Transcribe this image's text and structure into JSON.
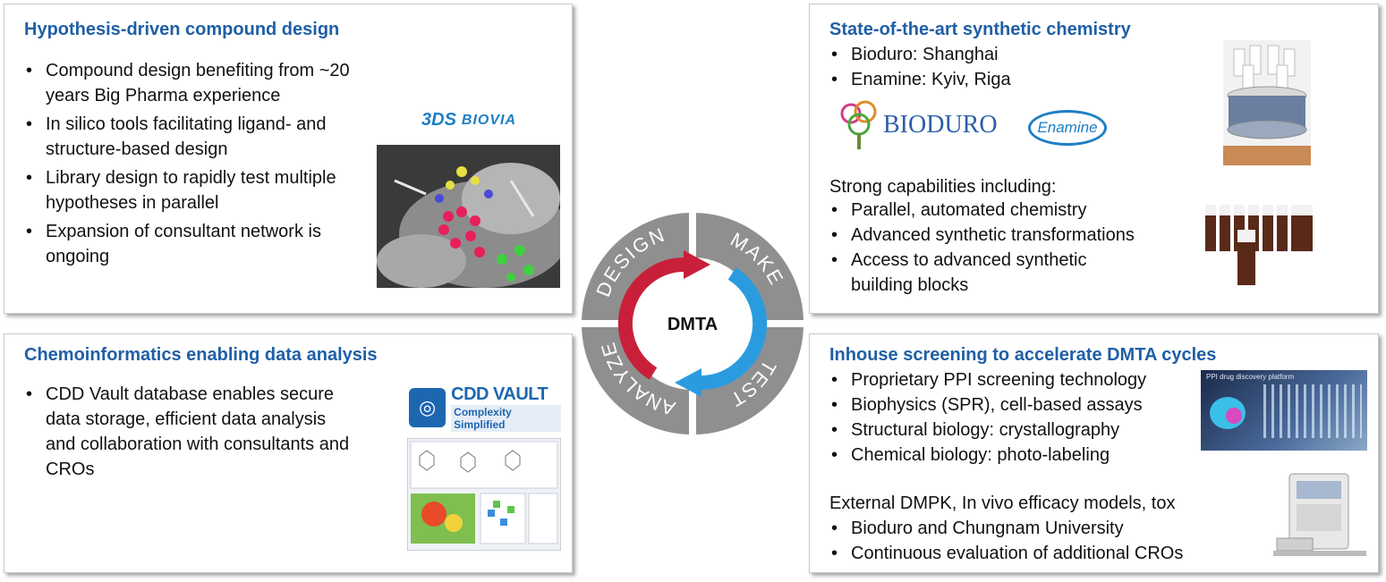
{
  "panel_design": {
    "title": "Hypothesis-driven compound design",
    "bullets": [
      "Compound design benefiting from ~20 years Big Pharma experience",
      "In silico tools facilitating ligand- and structure-based design",
      "Library design to rapidly test multiple hypotheses in parallel",
      "Expansion of consultant network is ongoing"
    ],
    "logo": "BIOVIA"
  },
  "panel_chem": {
    "title": "State-of-the-art synthetic chemistry",
    "sites": [
      "Bioduro: Shanghai",
      "Enamine: Kyiv, Riga"
    ],
    "logos": [
      "BIODURO",
      "Enamine"
    ],
    "capabilities_heading": "Strong capabilities including:",
    "capabilities": [
      "Parallel, automated chemistry",
      "Advanced synthetic transformations",
      "Access to advanced synthetic building blocks"
    ]
  },
  "panel_data": {
    "title": "Chemoinformatics enabling data analysis",
    "bullets": [
      "CDD Vault database enables secure data storage, efficient data analysis and collaboration with consultants and CROs"
    ],
    "logo_main": "CDD VAULT",
    "logo_sub": "Complexity Simplified"
  },
  "panel_screen": {
    "title": "Inhouse screening to accelerate DMTA cycles",
    "bullets": [
      "Proprietary PPI screening technology",
      "Biophysics (SPR), cell-based assays",
      "Structural biology: crystallography",
      "Chemical biology: photo-labeling"
    ],
    "external_heading": "External DMPK, In vivo efficacy models, tox",
    "external": [
      "Bioduro and Chungnam University",
      "Continuous evaluation of additional CROs"
    ],
    "image_label": "PPI drug discovery platform"
  },
  "cycle": {
    "center": "DMTA",
    "design": "DESIGN",
    "make": "MAKE",
    "test": "TEST",
    "analyze": "ANALYZE"
  },
  "colors": {
    "title_blue": "#1f5fa6",
    "ring_gray": "#8f8f8f",
    "arrow_red": "#c8203a",
    "arrow_blue": "#2b9be0"
  }
}
